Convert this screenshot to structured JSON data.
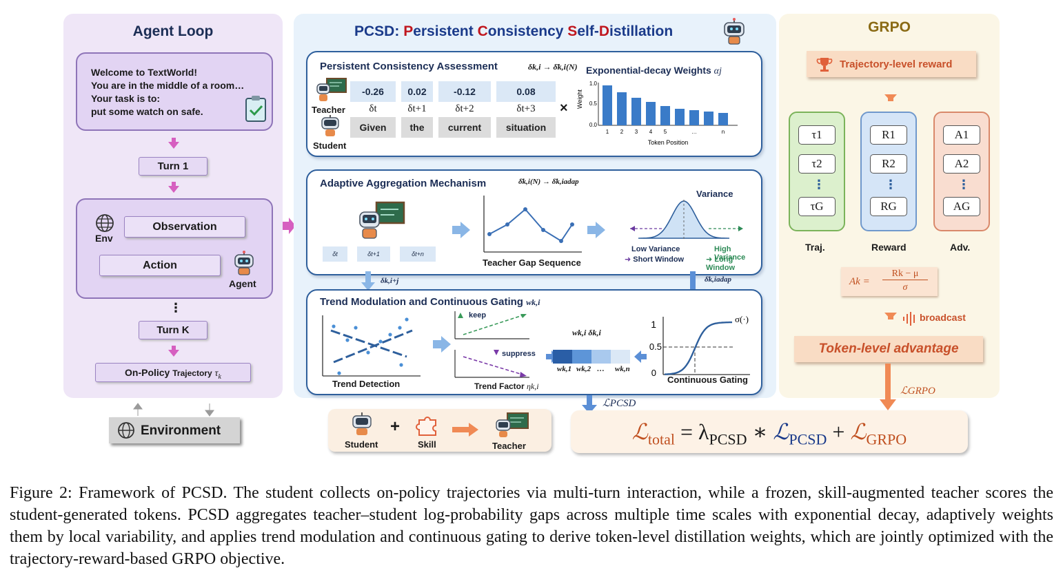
{
  "agent_loop": {
    "title": "Agent Loop",
    "welcome": [
      "Welcome to TextWorld!",
      "You are in the middle of a room…",
      "Your task is to:",
      "put some watch on safe."
    ],
    "turn1": "Turn 1",
    "observation": "Observation",
    "action": "Action",
    "env_label": "Env",
    "agent_label": "Agent",
    "ellipsis": "⋮",
    "turnk": "Turn K",
    "trajectory": "On-Policy",
    "trajectory_small": "Trajectory",
    "trajectory_symbol": "τ",
    "trajectory_sub": "k",
    "environment": "Environment"
  },
  "pcsd": {
    "title_prefix": "PCSD: ",
    "title_words": [
      {
        "cap": "P",
        "rest": "ersistent "
      },
      {
        "cap": "C",
        "rest": "onsistency  "
      },
      {
        "cap": "S",
        "rest": "elf-"
      },
      {
        "cap": "D",
        "rest": "istillation"
      }
    ],
    "accent_red": "#c0171f",
    "accent_blue": "#1a3a8a",
    "assessment": {
      "title": "Persistent Consistency Assessment",
      "formula": "δk,i → δ̄k,i(N)",
      "teacher": "Teacher",
      "student": "Student",
      "values": [
        "-0.26",
        "0.02",
        "-0.12",
        "0.08"
      ],
      "deltas": [
        "δt",
        "δt+1",
        "δt+2",
        "δt+3"
      ],
      "tokens": [
        "Given",
        "the",
        "current",
        "situation"
      ],
      "times": "×",
      "weights_title": "Exponential-decay Weights",
      "weights_symbol": "αj",
      "ylabel": "Weight",
      "xlabel": "Token Position",
      "yticks": [
        "1.0",
        "0.5",
        "0.0"
      ],
      "xticks": [
        "1",
        "2",
        "3",
        "4",
        "5",
        "…",
        "n"
      ]
    },
    "aggregation": {
      "title": "Adaptive Aggregation Mechanism",
      "formula": "δ̄k,i(N) → δ̄k,iadap",
      "cells": [
        "δt",
        "δt+1",
        "δt+n"
      ],
      "gap_label": "Teacher Gap Sequence",
      "variance": "Variance",
      "low": "Low Variance",
      "low2": "Short Window",
      "high": "High Variance",
      "high2": "Long Window",
      "left_arrow_label": "δk,i+j",
      "right_arrow_label": "δ̄k,iadap"
    },
    "trend": {
      "title": "Trend Modulation and Continuous Gating",
      "title_symbol": "wk,i",
      "detection": "Trend Detection",
      "keep": "keep",
      "suppress": "suppress",
      "factor": "Trend Factor",
      "factor_symbol": "ηk,i",
      "wd": "wk,i δk,i",
      "weights": [
        "wk,1",
        "wk,2",
        "…",
        "wk,n"
      ],
      "gating": "Continuous Gating",
      "sigma": "σ(·)",
      "g_ticks": [
        "1",
        "0.5",
        "0"
      ]
    },
    "loss_pcsd": "ℒPCSD"
  },
  "bottom": {
    "student": "Student",
    "skill": "Skill",
    "teacher": "Teacher",
    "plus": "+",
    "loss_total_lhs": "ℒ",
    "loss_total_sub": "total",
    "loss_eq": " = λ",
    "loss_lambda_sub": "PCSD",
    "loss_star": " ∗ ",
    "loss_pcsd": "ℒ",
    "loss_pcsd_sub": "PCSD",
    "loss_plus": " + ",
    "loss_grpo": "ℒ",
    "loss_grpo_sub": "GRPO"
  },
  "grpo": {
    "title": "GRPO",
    "reward": "Trajectory-level reward",
    "traj": [
      "τ1",
      "τ2",
      "⋮",
      "τG"
    ],
    "rewards": [
      "R1",
      "R2",
      "⋮",
      "RG"
    ],
    "adv": [
      "A1",
      "A2",
      "⋮",
      "AG"
    ],
    "traj_label": "Traj.",
    "reward_label": "Reward",
    "adv_label": "Adv.",
    "formula_lhs": "Ak =",
    "formula_num": "Rk − μ",
    "formula_den": "σ",
    "broadcast": "broadcast",
    "token_adv": "Token-level advantage",
    "loss": "ℒGRPO"
  },
  "caption": "Figure 2: Framework of PCSD. The student collects on-policy trajectories via multi-turn interaction, while a frozen, skill-augmented teacher scores the student-generated tokens. PCSD aggregates teacher–student log-probability gaps across multiple time scales with exponential decay, adaptively weights them by local variability, and applies trend modulation and continuous gating to derive token-level distillation weights, which are jointly optimized with the trajectory-reward-based GRPO objective."
}
